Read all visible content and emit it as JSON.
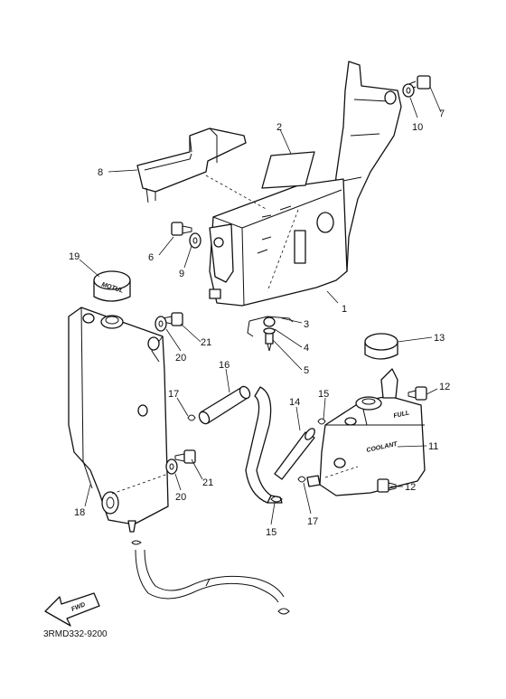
{
  "diagram": {
    "callouts": [
      "1",
      "2",
      "3",
      "4",
      "5",
      "6",
      "7",
      "8",
      "9",
      "10",
      "11",
      "12",
      "12",
      "13",
      "14",
      "15",
      "15",
      "16",
      "17",
      "17",
      "18",
      "19",
      "20",
      "20",
      "21",
      "21"
    ],
    "stamps": {
      "full": "FULL",
      "coolant": "COOLANT",
      "fwd": "FWD",
      "motul": "MOTUL"
    },
    "drawing_code": "3RMD332-9200"
  }
}
